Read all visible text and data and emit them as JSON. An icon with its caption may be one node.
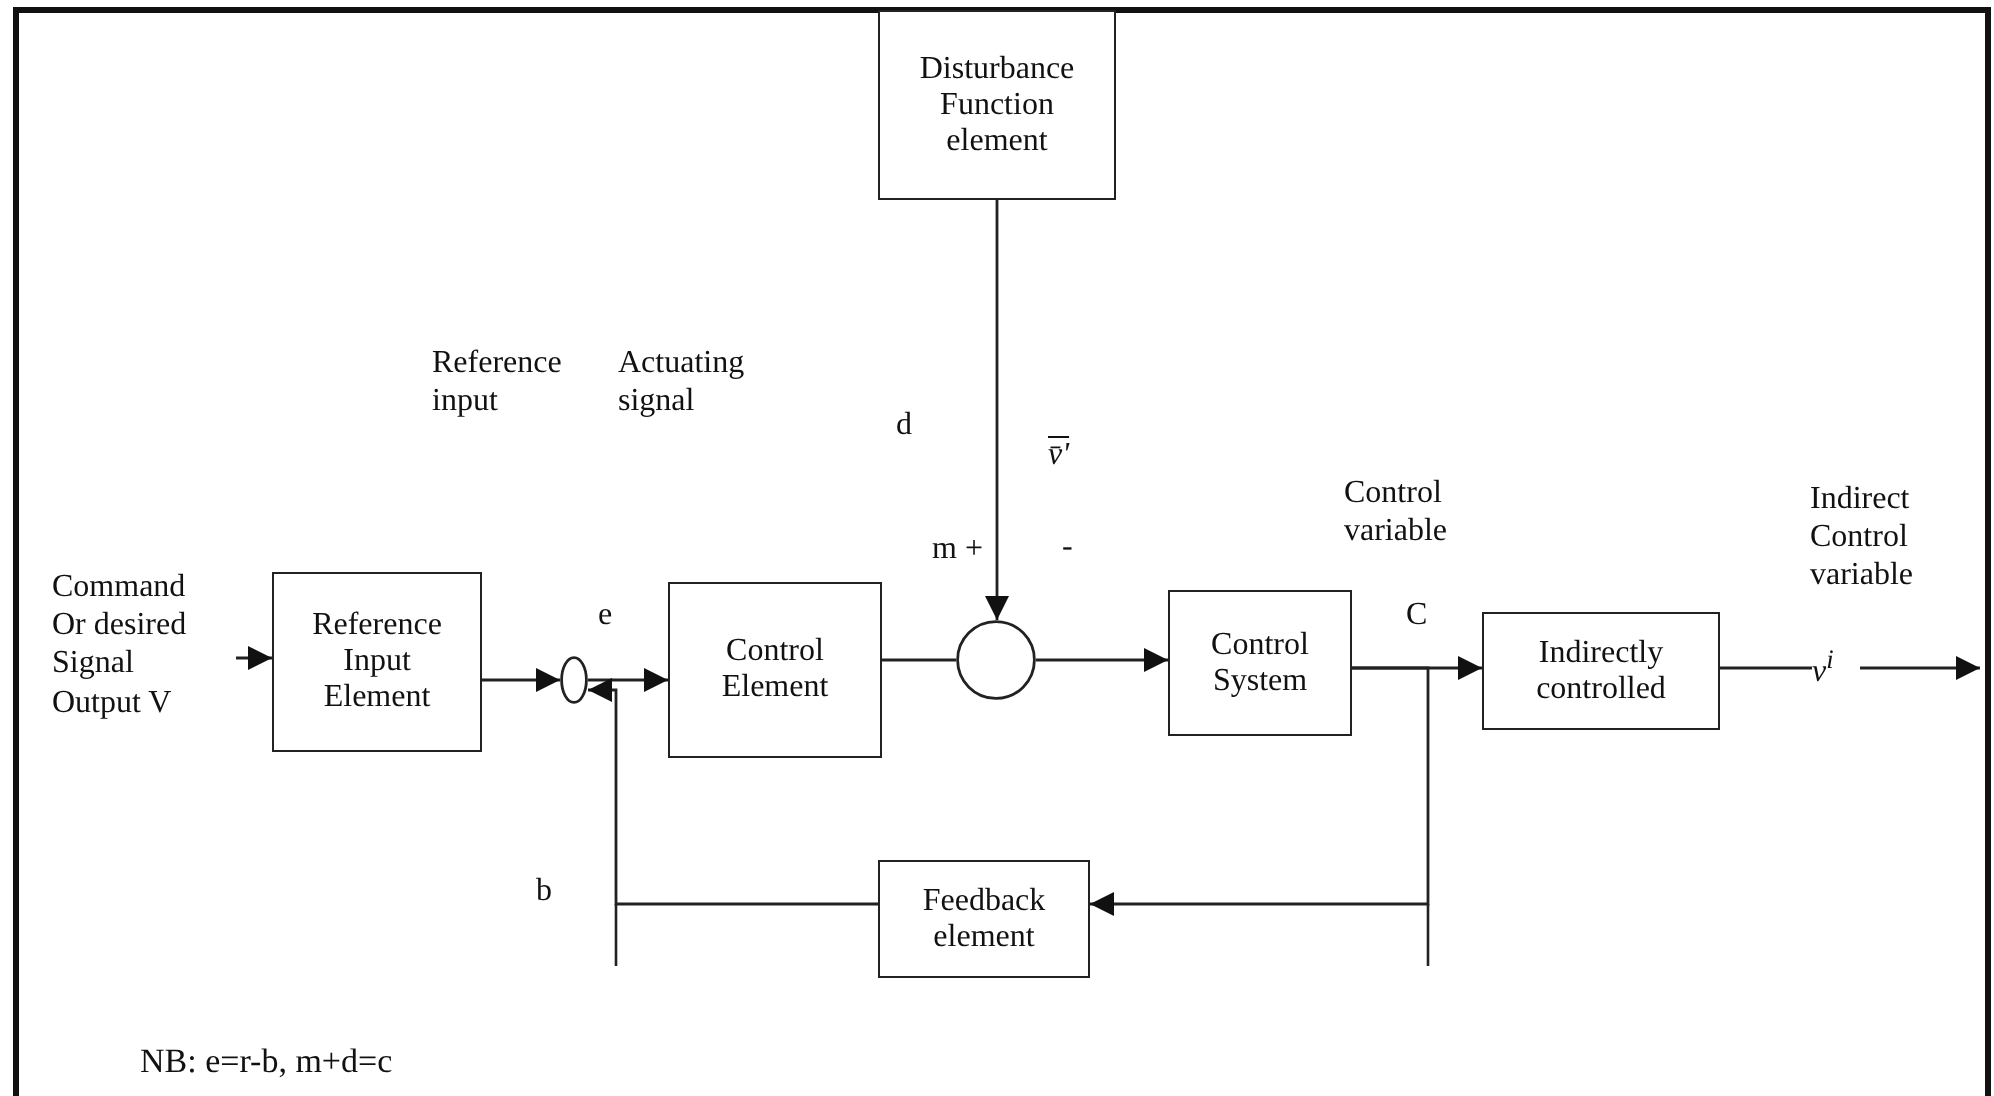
{
  "diagram": {
    "nodes": [
      {
        "text": [
          "Disturbance Function element"
        ]
      },
      {
        "text": [
          "Reference Input Element"
        ]
      },
      {
        "text": [],
        "shape": "circle"
      },
      {
        "text": [
          "Control Element"
        ]
      },
      {
        "text": [],
        "shape": "circle"
      },
      {
        "text": [
          "Control System"
        ]
      },
      {
        "text": [
          "Indirectly controlled"
        ]
      },
      {
        "text": [
          "Feedback element"
        ]
      }
    ],
    "edges": [
      {
        "from": 0,
        "to": 4,
        "arrow": "to"
      },
      {
        "from": null,
        "to": 1,
        "arrow": "to"
      },
      {
        "from": 1,
        "to": 2,
        "arrow": "to"
      },
      {
        "from": 2,
        "to": 3,
        "arrow": "to"
      },
      {
        "from": 3,
        "to": 4,
        "arrow": "none"
      },
      {
        "from": 4,
        "to": 5,
        "arrow": "to"
      },
      {
        "from": 5,
        "to": 6,
        "arrow": "to"
      },
      {
        "from": 6,
        "to": null,
        "arrow": "to"
      },
      {
        "from": 5,
        "to": 7,
        "arrow": "to"
      },
      {
        "from": 7,
        "to": 2,
        "arrow": "to"
      }
    ],
    "labels": [
      "Reference input",
      "Actuating signal",
      "d",
      "v̄'",
      "m +",
      "-",
      "Control variable",
      "Indirect Control variable",
      "Command Or desired Signal Output V",
      "e",
      "C",
      "v$^{i}$",
      "b",
      "NB:  e=r-b, m+d=c"
    ]
  }
}
